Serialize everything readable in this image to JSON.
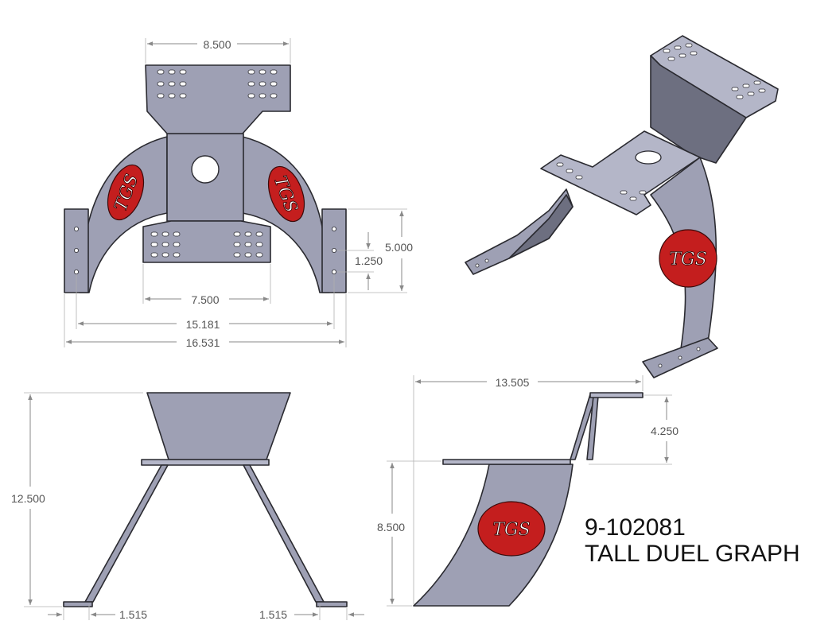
{
  "title": {
    "part_number": "9-102081",
    "part_name": "TALL DUEL GRAPH"
  },
  "logo": {
    "text": "TGS",
    "color": "#c41e1e"
  },
  "colors": {
    "metal": "#9ea0b4",
    "metal_dark": "#6d6f80",
    "dimension": "#8a8a8a"
  },
  "views": {
    "top": {
      "dims": {
        "top_width": "8.500",
        "bottom_tab_width": "7.500",
        "hole_span": "15.181",
        "overall_width": "16.531",
        "foot_height": "5.000",
        "hole_spacing": "1.250"
      }
    },
    "front": {
      "dims": {
        "overall_height": "12.500",
        "left_offset": "1.515",
        "right_offset": "1.515"
      }
    },
    "side": {
      "dims": {
        "overall_length": "13.505",
        "top_rise": "4.250",
        "body_height": "8.500"
      }
    }
  }
}
